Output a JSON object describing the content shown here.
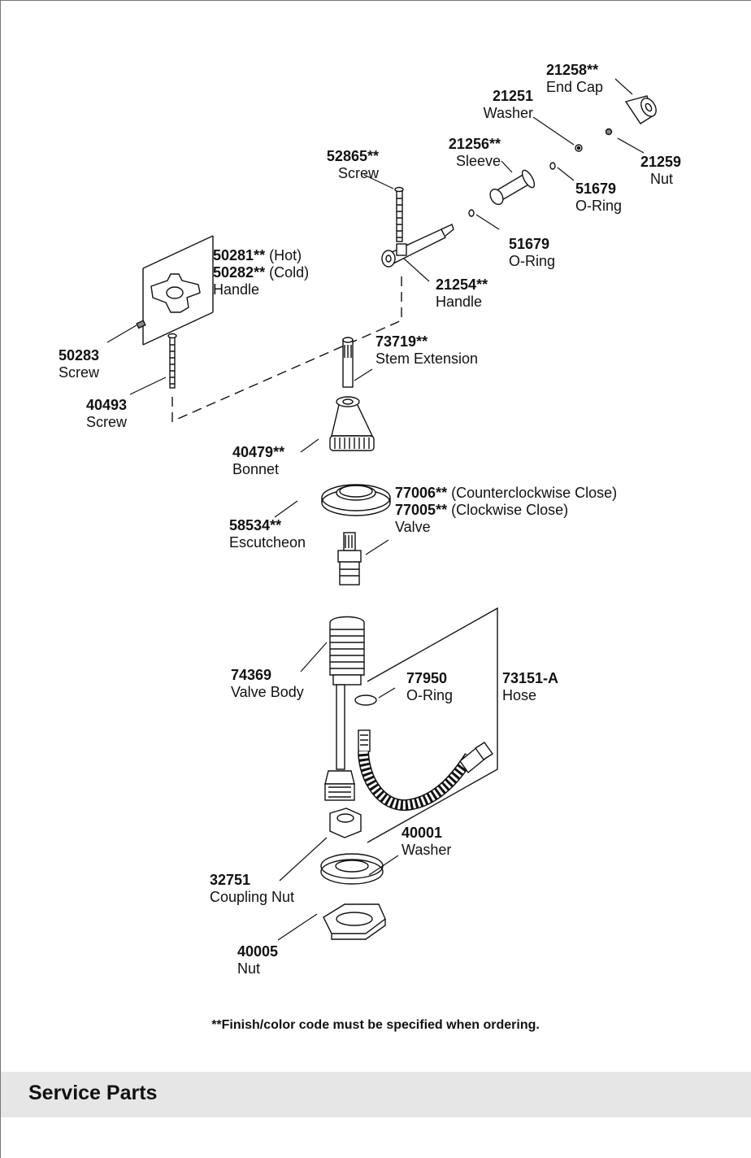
{
  "parts": {
    "p21258": {
      "num": "21258",
      "stars": "**",
      "name": "End Cap"
    },
    "p21251": {
      "num": "21251",
      "name": "Washer"
    },
    "p21256": {
      "num": "21256",
      "stars": "**",
      "name": "Sleeve"
    },
    "p21259": {
      "num": "21259",
      "name": "Nut"
    },
    "p52865": {
      "num": "52865",
      "stars": "**",
      "name": "Screw"
    },
    "p51679a": {
      "num": "51679",
      "name": "O-Ring"
    },
    "p51679b": {
      "num": "51679",
      "name": "O-Ring"
    },
    "p50281": {
      "num": "50281",
      "stars": "**",
      "note": " (Hot)"
    },
    "p50282": {
      "num": "50282",
      "stars": "**",
      "note": " (Cold)",
      "name": "Handle"
    },
    "p21254": {
      "num": "21254",
      "stars": "**",
      "name": "Handle"
    },
    "p50283": {
      "num": "50283",
      "name": "Screw"
    },
    "p73719": {
      "num": "73719",
      "stars": "**",
      "name": "Stem Extension"
    },
    "p40493": {
      "num": "40493",
      "name": "Screw"
    },
    "p40479": {
      "num": "40479",
      "stars": "**",
      "name": "Bonnet"
    },
    "p77006": {
      "num": "77006",
      "stars": "**",
      "note": " (Counterclockwise Close)"
    },
    "p77005": {
      "num": "77005",
      "stars": "**",
      "note": " (Clockwise Close)",
      "name": "Valve"
    },
    "p58534": {
      "num": "58534",
      "stars": "**",
      "name": "Escutcheon"
    },
    "p74369": {
      "num": "74369",
      "name": "Valve Body"
    },
    "p77950": {
      "num": "77950",
      "name": "O-Ring"
    },
    "p73151": {
      "num": "73151-A",
      "name": "Hose"
    },
    "p40001": {
      "num": "40001",
      "name": "Washer"
    },
    "p32751": {
      "num": "32751",
      "name": "Coupling Nut"
    },
    "p40005": {
      "num": "40005",
      "name": "Nut"
    }
  },
  "footnote": "**Finish/color code must be specified when ordering.",
  "section_title": "Service Parts"
}
